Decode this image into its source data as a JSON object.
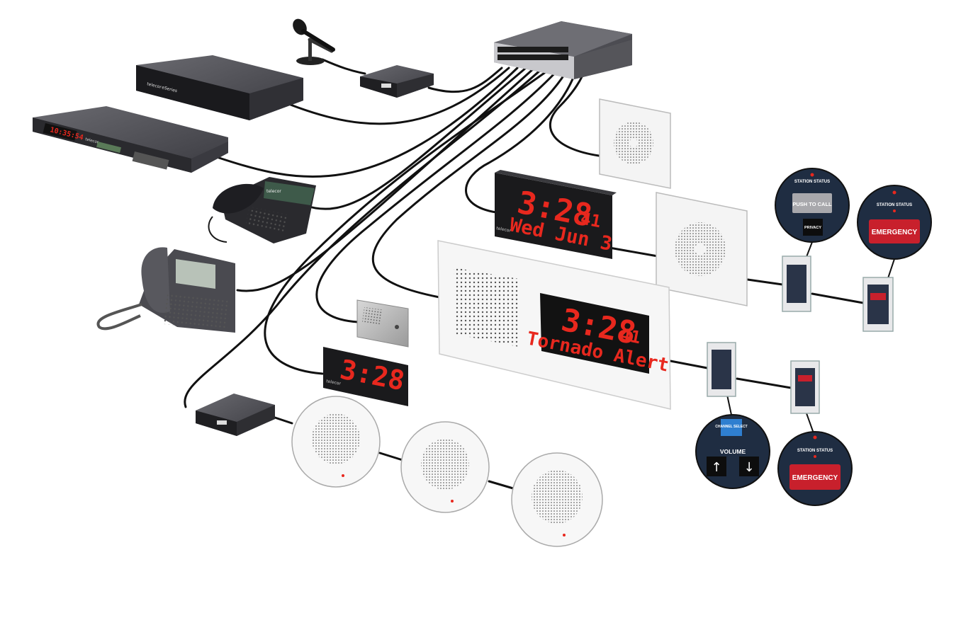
{
  "devices": {
    "rack_unit": {
      "brand": "telecor",
      "model": "eSeries"
    },
    "rack_controller": {
      "clock": "10:35:54",
      "brand": "telecor"
    },
    "desk_phone": {
      "brand": "telecor"
    },
    "wall_clock_large": {
      "time": "3:28",
      "seconds": "41",
      "date": "Wed Jun 3",
      "brand": "telecor"
    },
    "info_display": {
      "time": "3:28",
      "seconds": "41",
      "message": "Tornado Alert"
    },
    "wall_clock_small": {
      "time": "3:28",
      "brand": "telecor"
    },
    "call_switch_privacy": {
      "status": "STATION STATUS",
      "push_to_call": "PUSH TO CALL",
      "privacy": "PRIVACY"
    },
    "call_switch_emergency_1": {
      "status": "STATION STATUS",
      "emergency": "EMERGENCY"
    },
    "volume_panel": {
      "channel_select": "CHANNEL SELECT",
      "volume": "VOLUME",
      "up": "↑",
      "down": "↓"
    },
    "call_switch_emergency_2": {
      "status": "STATION STATUS",
      "emergency": "EMERGENCY"
    }
  },
  "colors": {
    "cable": "#111111",
    "led": "#e8281e",
    "emergency": "#c8202c",
    "panel_dark": "#1f2d42",
    "device_dark": "#2a2a2e"
  }
}
